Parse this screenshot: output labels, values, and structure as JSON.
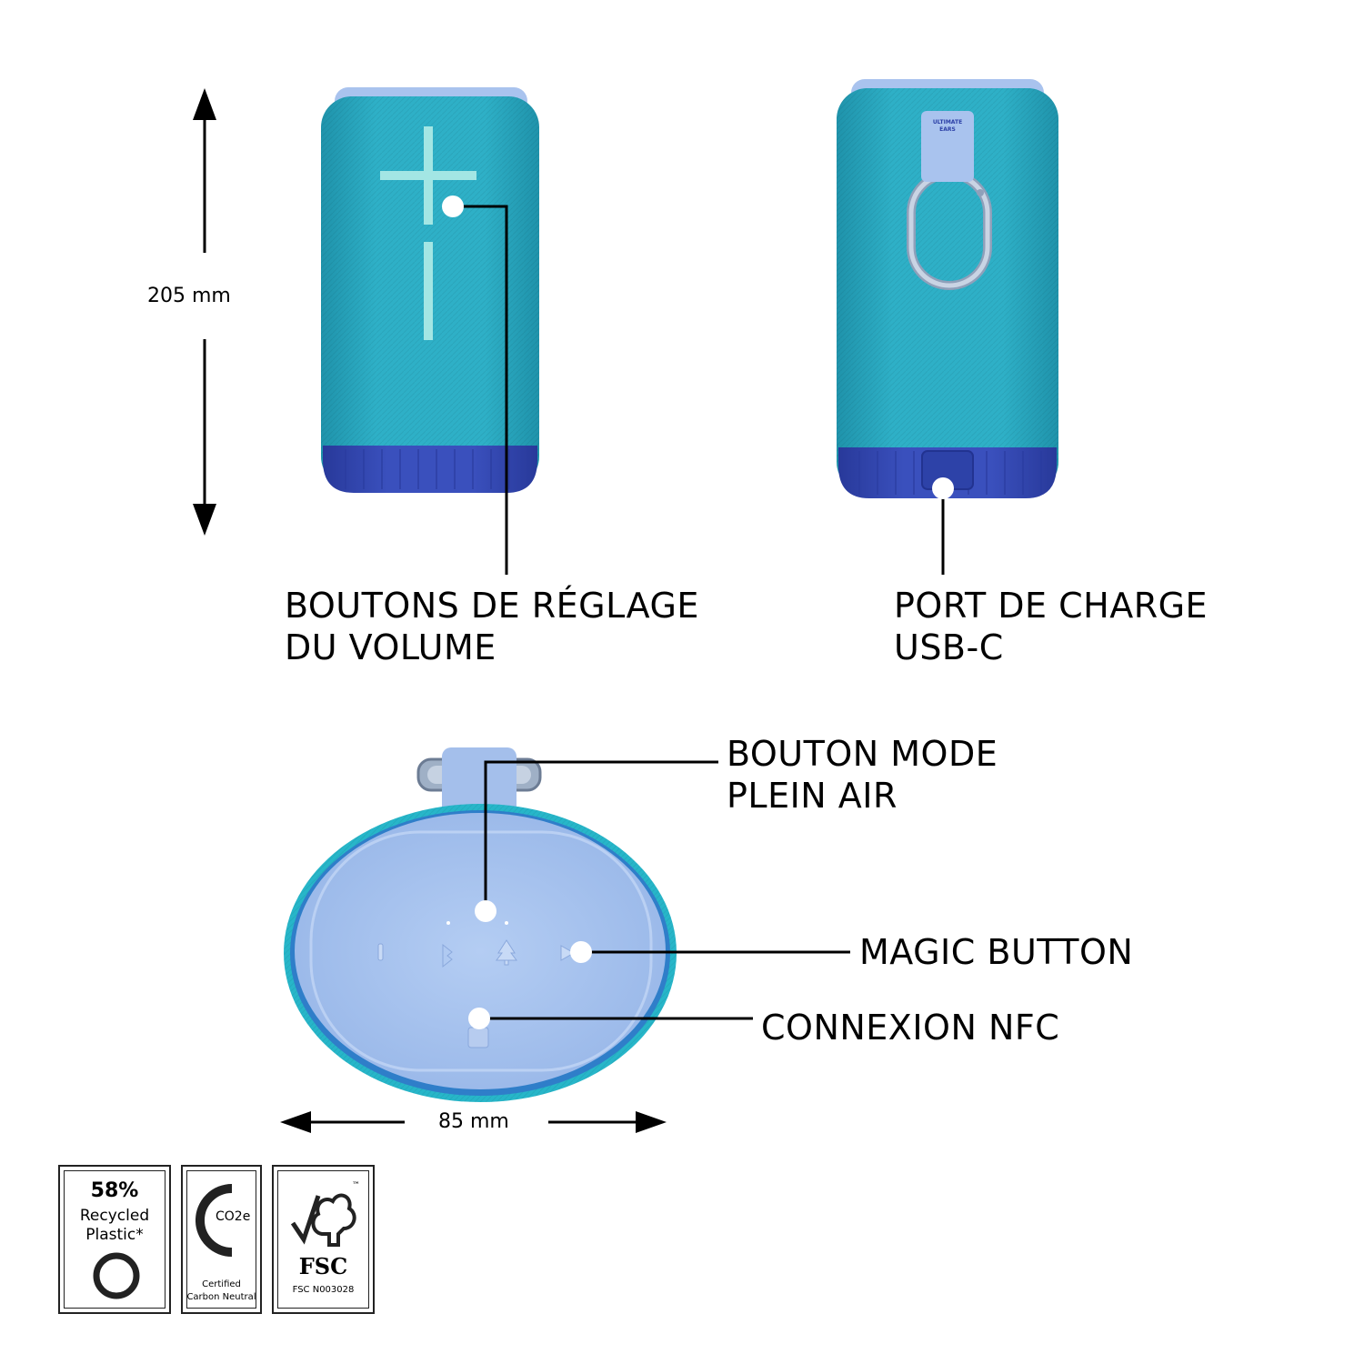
{
  "dimensions": {
    "height": "205 mm",
    "width": "85 mm"
  },
  "callouts": {
    "volume": [
      "BOUTONS DE RÉGLAGE",
      "DU VOLUME"
    ],
    "usb": [
      "PORT DE CHARGE",
      "USB-C"
    ],
    "outdoor": [
      "BOUTON MODE",
      "PLEIN AIR"
    ],
    "magic": "MAGIC BUTTON",
    "nfc": "CONNEXION NFC"
  },
  "brand_tag": [
    "ULTIMATE",
    "EARS"
  ],
  "badges": {
    "recycled": {
      "percent": "58%",
      "line1": "Recycled",
      "line2": "Plastic*"
    },
    "carbon": {
      "co2": "CO2e",
      "line1": "Certified",
      "line2": "Carbon Neutral"
    },
    "fsc": {
      "logo": "FSC",
      "tm": "™",
      "code": "FSC  N003028"
    }
  },
  "icons": [
    "recycle-icon",
    "carbon-c-icon",
    "fsc-tree-icon",
    "bluetooth-icon",
    "tree-icon",
    "power-icon",
    "play-pause-icon",
    "nfc-icon"
  ],
  "colors": {
    "body_teal": "#2aa8bf",
    "base_blue": "#3347b0",
    "cap_lavender": "#a8c4ee",
    "line": "#000000"
  }
}
